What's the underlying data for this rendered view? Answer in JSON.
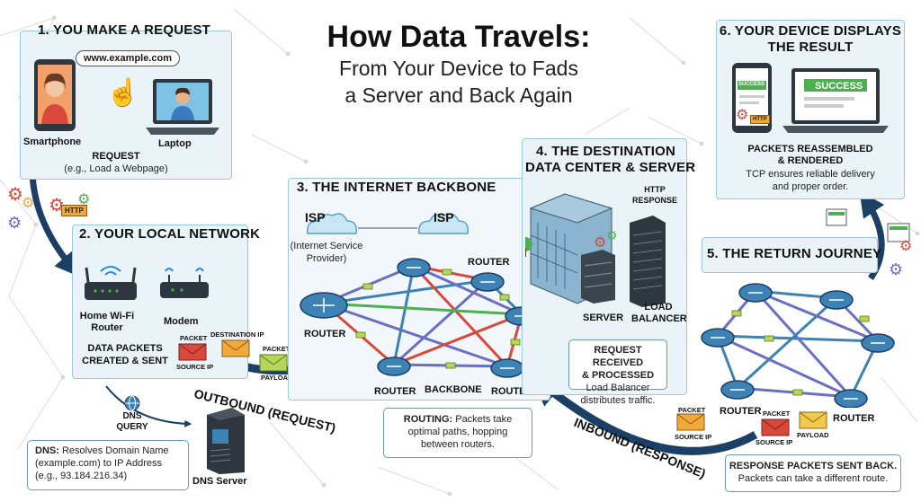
{
  "title": {
    "main": "How Data Travels:",
    "sub_line1": "From Your Device to Fads",
    "sub_line2": "a Server and Back Again"
  },
  "step1": {
    "heading": "1. YOU MAKE A REQUEST",
    "url": "www.example.com",
    "smartphone": "Smartphone",
    "laptop": "Laptop",
    "request_label": "REQUEST",
    "request_example": "(e.g., Load a Webpage)",
    "http_tag": "HTTP"
  },
  "step2": {
    "heading": "2. YOUR LOCAL NETWORK",
    "router_line1": "Home Wi-Fi",
    "router_line2": "Router",
    "modem": "Modem",
    "packets_line1": "DATA PACKETS",
    "packets_line2": "CREATED & SENT",
    "packet": "PACKET",
    "destination_ip": "DESTINATION IP",
    "source_ip": "SOURCE IP",
    "packet2": "PACKET",
    "payload": "PAYLOAD"
  },
  "dns": {
    "query_line1": "DNS",
    "query_line2": "QUERY",
    "desc_bold": "DNS:",
    "desc_line1": " Resolves Domain Name",
    "desc_line2": "(example.com) to IP Address",
    "desc_line3": "(e.g., 93.184.216.34)",
    "server": "DNS Server"
  },
  "step3": {
    "heading": "3. THE INTERNET BACKBONE",
    "isp1": "ISP",
    "isp2": "ISP",
    "isp_desc_line1": "(Internet Service",
    "isp_desc_line2": "Provider)",
    "router_left": "ROUTER",
    "router_top": "ROUTER",
    "router_bottom_left": "ROUTER",
    "backbone": "BACKBONE",
    "router_bottom_right": "ROUTER",
    "routing_bold": "ROUTING:",
    "routing_line1": " Packets take",
    "routing_line2": "optimal paths, hopping",
    "routing_line3": "between routers."
  },
  "step4": {
    "heading_line1": "4. THE DESTINATION",
    "heading_line2": "DATA CENTER & SERVER",
    "http_response_line1": "HTTP",
    "http_response_line2": "RESPONSE",
    "server": "SERVER",
    "lb_line1": "LOAD",
    "lb_line2": "BALANCER",
    "req_line1": "REQUEST RECEIVED",
    "req_line2": "& PROCESSED",
    "req_line3": "Load Balancer",
    "req_line4": "distributes traffic."
  },
  "step5": {
    "heading": "5. THE RETURN JOURNEY",
    "router_left": "ROUTER",
    "router_right": "ROUTER",
    "packet1": "PACKET",
    "source_ip1": "SOURCE IP",
    "packet2": "PACKET",
    "source_ip2": "SOURCE IP",
    "payload": "PAYLOAD",
    "response_line1": "RESPONSE PACKETS SENT BACK.",
    "response_line2": "Packets can take a different route."
  },
  "step6": {
    "heading_line1": "6. YOUR DEVICE DISPLAYS",
    "heading_line2": "THE RESULT",
    "success_small": "SUCCESS",
    "success_big": "SUCCESS",
    "http_tag": "HTTP",
    "reassembled_line1": "PACKETS REASSEMBLED",
    "reassembled_line2": "& RENDERED",
    "tcp_line1": "TCP ensures reliable delivery",
    "tcp_line2": "and proper order."
  },
  "arrows": {
    "outbound": "OUTBOUND (REQUEST)",
    "inbound": "INBOUND (RESPONSE)"
  },
  "colors": {
    "panel_fill": "#eaf4f8",
    "panel_border": "#9cc9d9",
    "arrow": "#1c3f66",
    "router_blue": "#3d82b4",
    "envelope_red": "#d9493b",
    "envelope_orange": "#f2a93b",
    "envelope_yellow_green": "#b8d65a",
    "success_green": "#4caf50"
  }
}
